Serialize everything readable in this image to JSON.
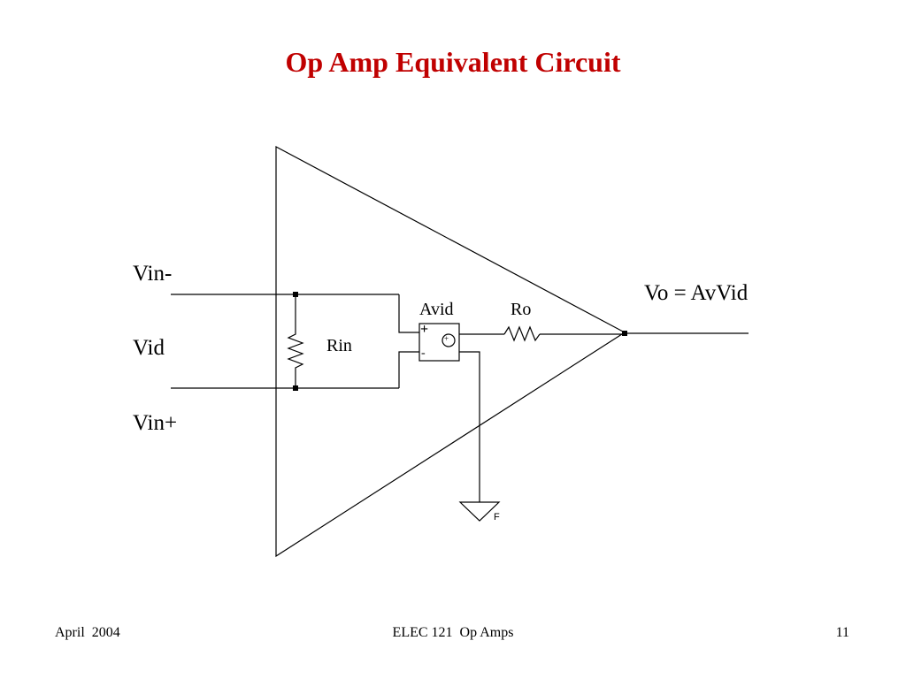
{
  "slide": {
    "title": "Op Amp Equivalent Circuit",
    "title_color": "#c00000"
  },
  "diagram": {
    "labels": {
      "vin_minus": "Vin-",
      "vid": "Vid",
      "vin_plus": "Vin+",
      "rin": "Rin",
      "avid": "Avid",
      "ro": "Ro",
      "vo": "Vo = AvVid",
      "source_plus": "+",
      "source_minus": "-",
      "source_symbol_plus": "+",
      "ground": "F"
    }
  },
  "footer": {
    "left": "April  2004",
    "center": "ELEC 121  Op Amps",
    "right": "11"
  }
}
